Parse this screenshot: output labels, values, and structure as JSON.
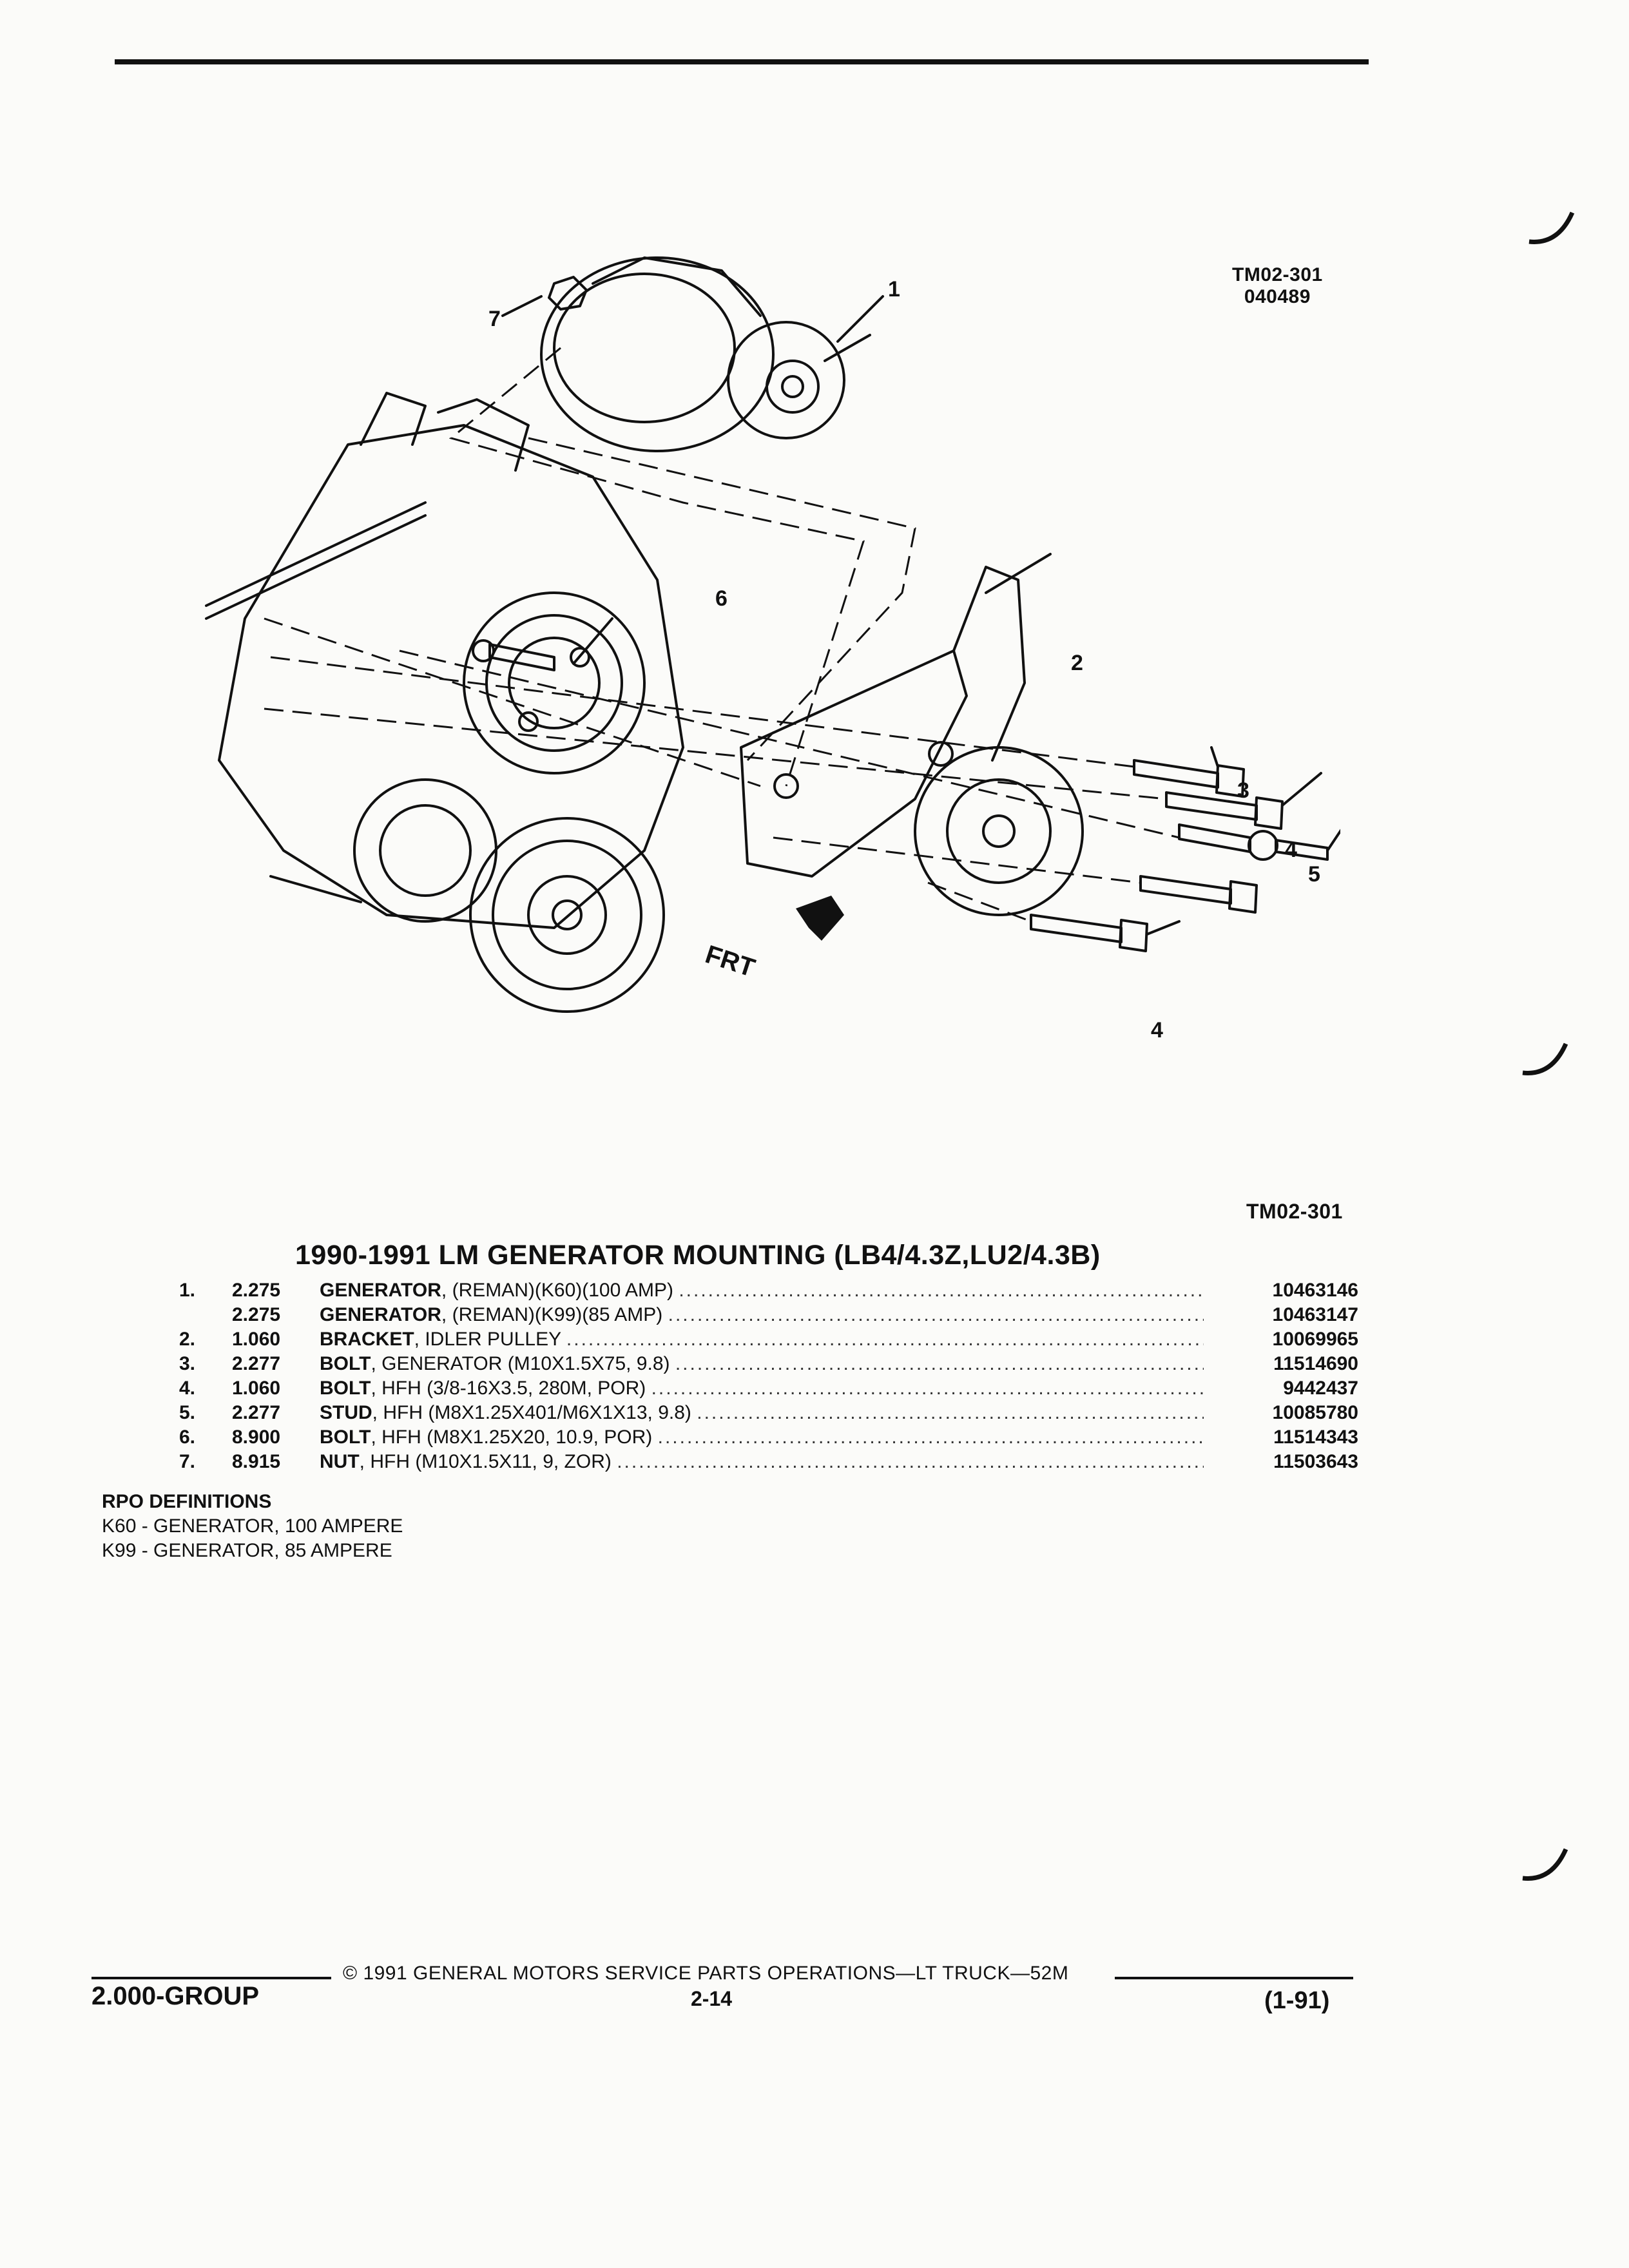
{
  "figure": {
    "id_line1": "TM02-301",
    "id_line2": "040489",
    "caption": "TM02-301",
    "callouts": [
      "1",
      "2",
      "3",
      "4",
      "4",
      "5",
      "6",
      "7"
    ],
    "front_label": "FRT"
  },
  "title": "1990-1991 LM GENERATOR MOUNTING (LB4/4.3Z,LU2/4.3B)",
  "parts": [
    {
      "num": "1.",
      "group": "2.275",
      "name": "GENERATOR",
      "detail": ", (REMAN)(K60)(100 AMP)",
      "part_no": "10463146"
    },
    {
      "num": "",
      "group": "2.275",
      "name": "GENERATOR",
      "detail": ", (REMAN)(K99)(85 AMP)",
      "part_no": "10463147"
    },
    {
      "num": "2.",
      "group": "1.060",
      "name": "BRACKET",
      "detail": ", IDLER PULLEY",
      "part_no": "10069965"
    },
    {
      "num": "3.",
      "group": "2.277",
      "name": "BOLT",
      "detail": ", GENERATOR (M10X1.5X75, 9.8)",
      "part_no": "11514690"
    },
    {
      "num": "4.",
      "group": "1.060",
      "name": "BOLT",
      "detail": ", HFH (3/8-16X3.5, 280M, POR)",
      "part_no": "9442437"
    },
    {
      "num": "5.",
      "group": "2.277",
      "name": "STUD",
      "detail": ", HFH (M8X1.25X401/M6X1X13, 9.8)",
      "part_no": "10085780"
    },
    {
      "num": "6.",
      "group": "8.900",
      "name": "BOLT",
      "detail": ", HFH (M8X1.25X20, 10.9, POR)",
      "part_no": "11514343"
    },
    {
      "num": "7.",
      "group": "8.915",
      "name": "NUT",
      "detail": ", HFH (M10X1.5X11, 9, ZOR)",
      "part_no": "11503643"
    }
  ],
  "rpo": {
    "header": "RPO DEFINITIONS",
    "items": [
      "K60 - GENERATOR, 100 AMPERE",
      "K99 - GENERATOR, 85 AMPERE"
    ]
  },
  "footer": {
    "group": "2.000-GROUP",
    "copyright": "© 1991 GENERAL MOTORS SERVICE PARTS OPERATIONS—LT TRUCK—52M",
    "page": "2-14",
    "date": "(1-91)"
  },
  "colors": {
    "ink": "#111111",
    "paper": "#fbfbf9"
  }
}
